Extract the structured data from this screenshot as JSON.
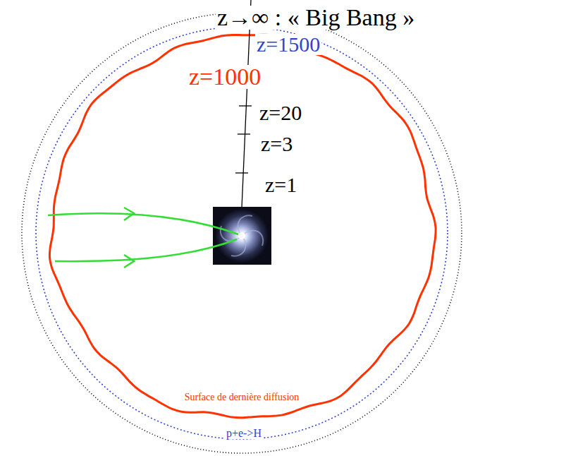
{
  "diagram": {
    "labels": [
      "z→∞ : « Big Bang »",
      "z=1500",
      "z=1000",
      "z=20",
      "z=3",
      "z=1",
      "Surface de dernière diffusion",
      "p+e->H"
    ]
  }
}
